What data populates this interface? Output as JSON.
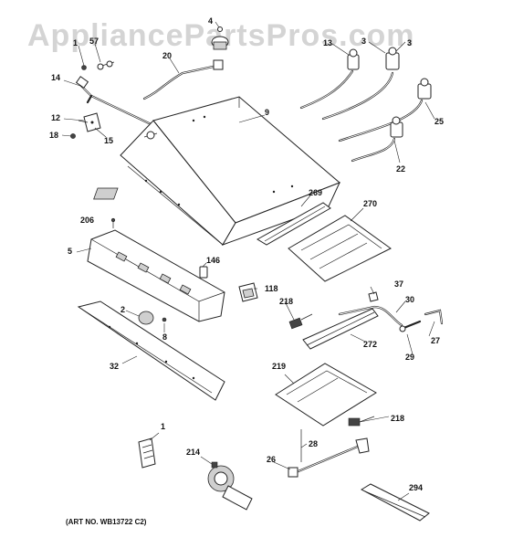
{
  "watermark": "AppliancePartsPros.com",
  "art_number": "(ART NO. WB13722 C2)",
  "callouts": [
    "1",
    "4",
    "57",
    "20",
    "13",
    "3",
    "3",
    "14",
    "9",
    "12",
    "18",
    "15",
    "25",
    "22",
    "269",
    "270",
    "206",
    "5",
    "146",
    "37",
    "118",
    "218",
    "30",
    "2",
    "8",
    "27",
    "272",
    "29",
    "32",
    "219",
    "218",
    "1",
    "28",
    "214",
    "26",
    "294"
  ]
}
